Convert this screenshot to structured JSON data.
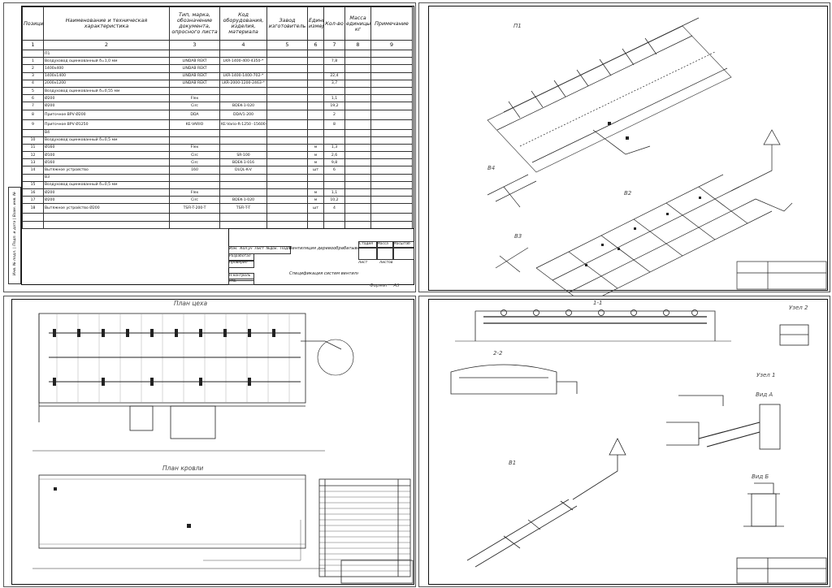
{
  "sheet1": {
    "headers": [
      "Позиция",
      "Наименование и техническая характеристика",
      "Тип, марка, обозначение документа, опросного листа",
      "Код оборудования, изделия, материала",
      "Завод изготовитель",
      "Единица измерения",
      "Кол-во",
      "Масса единицы, кг",
      "Примечание"
    ],
    "column_numbers": [
      "1",
      "2",
      "3",
      "4",
      "5",
      "6",
      "7",
      "8",
      "9"
    ],
    "rows": [
      [
        "",
        "П1",
        "",
        "",
        "",
        "",
        "",
        "",
        ""
      ],
      [
        "1",
        "Воздуховод оцинкованный δ=1,0 мм",
        "LINDAB REKT",
        "LKR-1400-400-4350-*",
        "",
        "",
        "7,8",
        "",
        ""
      ],
      [
        "2",
        "1400х400",
        "LINDAB REKT",
        "",
        "",
        "",
        "",
        "",
        ""
      ],
      [
        "3",
        "1400х1400",
        "LINDAB REKT",
        "LKR-1400-1400-702-*",
        "",
        "",
        "22,4",
        "",
        ""
      ],
      [
        "4",
        "2000х1200",
        "LINDAB REKT",
        "LKR-2000-1200-2463-*",
        "",
        "",
        "3,7",
        "",
        ""
      ],
      [
        "5",
        "Воздуховод оцинкованный δ=0,55 мм",
        "",
        "",
        "",
        "",
        "",
        "",
        ""
      ],
      [
        "6",
        "Ø200",
        "Flex",
        "",
        "",
        "",
        "1,1",
        "",
        ""
      ],
      [
        "7",
        "Ø200",
        "Circ",
        "BDEK-1-020",
        "",
        "",
        "19,2",
        "",
        ""
      ],
      [
        "8",
        "Приточное BPV Ø200",
        "DDA",
        "DDA/1-200",
        "",
        "",
        "2",
        "",
        ""
      ],
      [
        "9",
        "Приточное BPV Ø1250",
        "KE-VARIO",
        "KE-Vario-R-1250 -15600-EL180",
        "",
        "",
        "8",
        "",
        ""
      ],
      [
        "",
        "В4",
        "",
        "",
        "",
        "",
        "",
        "",
        ""
      ],
      [
        "10",
        "Воздуховод оцинкованный δ=0,5 мм",
        "",
        "",
        "",
        "",
        "",
        "",
        ""
      ],
      [
        "11",
        "Ø160",
        "Flex",
        "",
        "",
        "м",
        "1,3",
        "",
        ""
      ],
      [
        "12",
        "Ø100",
        "Circ",
        "SR-100",
        "",
        "м",
        "2,6",
        "",
        ""
      ],
      [
        "13",
        "Ø160",
        "Circ",
        "BDEK-1-016",
        "",
        "м",
        "9,8",
        "",
        ""
      ],
      [
        "14",
        "Вытяжное устройство",
        "160",
        "DLQL-K-V",
        "",
        "шт",
        "6",
        "",
        ""
      ],
      [
        "",
        "В3",
        "",
        "",
        "",
        "",
        "",
        "",
        ""
      ],
      [
        "15",
        "Воздуховод оцинкованный δ=0,5 мм",
        "",
        "",
        "",
        "",
        "",
        "",
        ""
      ],
      [
        "16",
        "Ø200",
        "Flex",
        "",
        "",
        "м",
        "1,1",
        "",
        ""
      ],
      [
        "17",
        "Ø200",
        "Circ",
        "BDEK-1-020",
        "",
        "м",
        "10,2",
        "",
        ""
      ],
      [
        "18",
        "Вытяжное устройство Ø200",
        "TSFI-T-200-T",
        "TSFI-T-T",
        "",
        "шт",
        "4",
        "",
        ""
      ]
    ],
    "stamp": {
      "title": "Вентиляция деревообрабатывающего цеха",
      "subtitle": "Спецификация систем вентиляции",
      "stage": "Стадия",
      "mass": "Масса",
      "scale": "Масштаб",
      "sheet": "Лист",
      "sheets": "Листов",
      "col_headers": [
        "Изм.",
        "Кол.уч",
        "Лист",
        "№док.",
        "Подп.",
        "Дата"
      ],
      "developed": "Разработал",
      "checked": "Проверил",
      "norm": "Н.контроль",
      "approved": "Утв.",
      "format_label": "Формат",
      "format_value": "А3"
    },
    "side_strip": "Инв. № подл. | Подп. и дата | Взам. инв. №"
  },
  "sheet2": {
    "labels": [
      "П1",
      "В4",
      "В2",
      "В3"
    ]
  },
  "sheet3": {
    "labels": [
      "План цеха",
      "План кровли"
    ]
  },
  "sheet4": {
    "labels": [
      "1-1",
      "2-2",
      "Узел 2",
      "Узел 1",
      "Вид А",
      "В1",
      "Вид Б"
    ]
  }
}
